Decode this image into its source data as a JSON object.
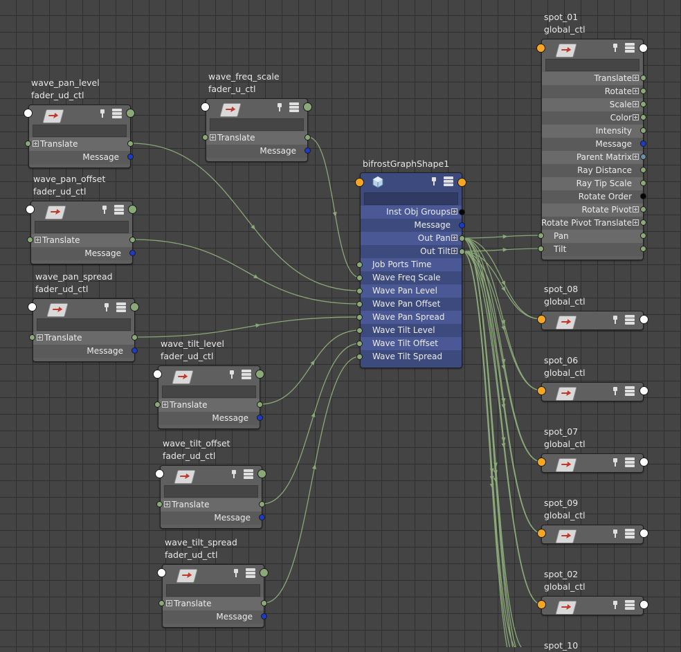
{
  "colors": {
    "background": "#444444",
    "grid": "#2e2e2e",
    "node": "#5f5f5f",
    "graph_node": "#3c4a7e",
    "wire": "#8aa878",
    "port_orange": "#f5a623",
    "port_blue": "#1c3cc8",
    "port_white": "#ffffff"
  },
  "icons": {
    "node_type": "transform-node-icon",
    "graph_type": "bifrost-graph-icon",
    "pin": "pin-icon",
    "display": "display-mode-icon",
    "expand": "plus-expand-icon"
  },
  "faders": [
    {
      "name": "wave_pan_level",
      "type": "fader_ud_ctl",
      "row1": "Translate",
      "row2": "Message"
    },
    {
      "name": "wave_freq_scale",
      "type": "fader_u_ctl",
      "row1": "Translate",
      "row2": "Message"
    },
    {
      "name": "wave_pan_offset",
      "type": "fader_ud_ctl",
      "row1": "Translate",
      "row2": "Message"
    },
    {
      "name": "wave_pan_spread",
      "type": "fader_ud_ctl",
      "row1": "Translate",
      "row2": "Message"
    },
    {
      "name": "wave_tilt_level",
      "type": "fader_ud_ctl",
      "row1": "Translate",
      "row2": "Message"
    },
    {
      "name": "wave_tilt_offset",
      "type": "fader_ud_ctl",
      "row1": "Translate",
      "row2": "Message"
    },
    {
      "name": "wave_tilt_spread",
      "type": "fader_ud_ctl",
      "row1": "Translate",
      "row2": "Message"
    }
  ],
  "graph": {
    "name": "bifrostGraphShape1",
    "outputs": [
      "Inst Obj Groups",
      "Message",
      "Out Pan",
      "Out Tilt"
    ],
    "inputs": [
      "Job Ports Time",
      "Wave Freq Scale",
      "Wave Pan Level",
      "Wave Pan Offset",
      "Wave Pan Spread",
      "Wave Tilt Level",
      "Wave Tilt Offset",
      "Wave Tilt Spread"
    ]
  },
  "spot_main": {
    "name": "spot_01",
    "type": "global_ctl",
    "attrs": [
      "Translate",
      "Rotate",
      "Scale",
      "Color",
      "Intensity",
      "Message",
      "Parent Matrix",
      "Ray Distance",
      "Ray Tip Scale",
      "Rotate Order",
      "Rotate Pivot",
      "Rotate Pivot Translate"
    ],
    "inputs": [
      "Pan",
      "Tilt"
    ]
  },
  "spots": [
    {
      "name": "spot_08",
      "type": "global_ctl"
    },
    {
      "name": "spot_06",
      "type": "global_ctl"
    },
    {
      "name": "spot_07",
      "type": "global_ctl"
    },
    {
      "name": "spot_09",
      "type": "global_ctl"
    },
    {
      "name": "spot_02",
      "type": "global_ctl"
    },
    {
      "name": "spot_10",
      "type": ""
    }
  ]
}
